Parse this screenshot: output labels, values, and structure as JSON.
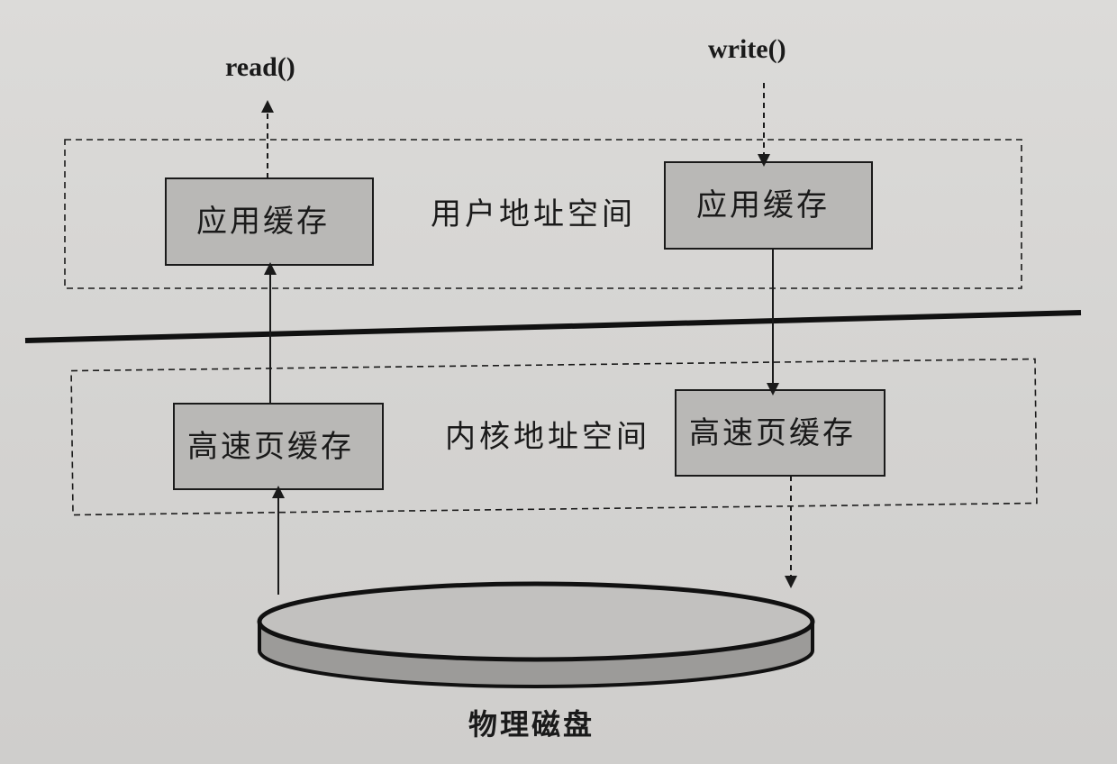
{
  "read_label": "read()",
  "write_label": "write()",
  "user_space": {
    "label": "用户地址空间",
    "left_buffer": "应用缓存",
    "right_buffer": "应用缓存"
  },
  "kernel_space": {
    "label": "内核地址空间",
    "left_buffer": "高速页缓存",
    "right_buffer": "高速页缓存"
  },
  "disk_label": "物理磁盘",
  "colors": {
    "box_fill": "#b9b8b6",
    "disk_fill": "#9c9b99",
    "line": "#1a1a1a"
  }
}
